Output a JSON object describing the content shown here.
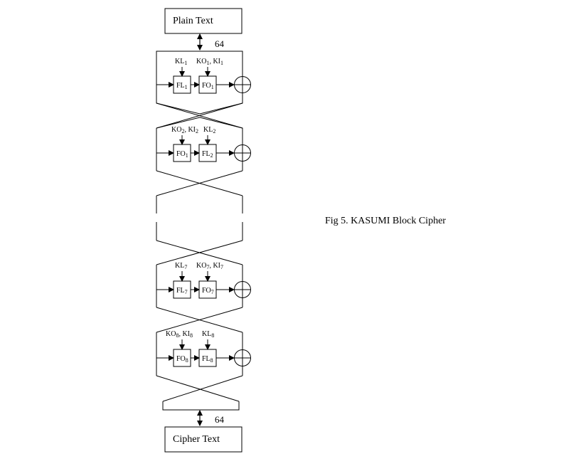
{
  "caption": "Fig 5. KASUMI Block Cipher",
  "boxes": {
    "top": "Plain Text",
    "bottom": "Cipher Text"
  },
  "bit_width": "64",
  "rounds": [
    {
      "key_labels": [
        {
          "base": "KL",
          "sub": "1"
        },
        {
          "base": "KO",
          "sub": "1",
          "rest": ", KI",
          "sub2": "1"
        }
      ],
      "blocks": [
        {
          "base": "FL",
          "sub": "1"
        },
        {
          "base": "FO",
          "sub": "1"
        }
      ]
    },
    {
      "key_labels": [
        {
          "base": "KO",
          "sub": "2",
          "rest": ", KI",
          "sub2": "2"
        },
        {
          "base": "KL",
          "sub": "2"
        }
      ],
      "blocks": [
        {
          "base": "FO",
          "sub": "1"
        },
        {
          "base": "FL",
          "sub": "2"
        }
      ]
    },
    {
      "key_labels": [
        {
          "base": "KL",
          "sub": "7"
        },
        {
          "base": "KO",
          "sub": "7",
          "rest": ", KI",
          "sub2": "7"
        }
      ],
      "blocks": [
        {
          "base": "FL",
          "sub": "7"
        },
        {
          "base": "FO",
          "sub": "7"
        }
      ]
    },
    {
      "key_labels": [
        {
          "base": "KO",
          "sub": "8",
          "rest": ", KI",
          "sub2": "8"
        },
        {
          "base": "KL",
          "sub": "8"
        }
      ],
      "blocks": [
        {
          "base": "FO",
          "sub": "8"
        },
        {
          "base": "FL",
          "sub": "8"
        }
      ]
    }
  ]
}
